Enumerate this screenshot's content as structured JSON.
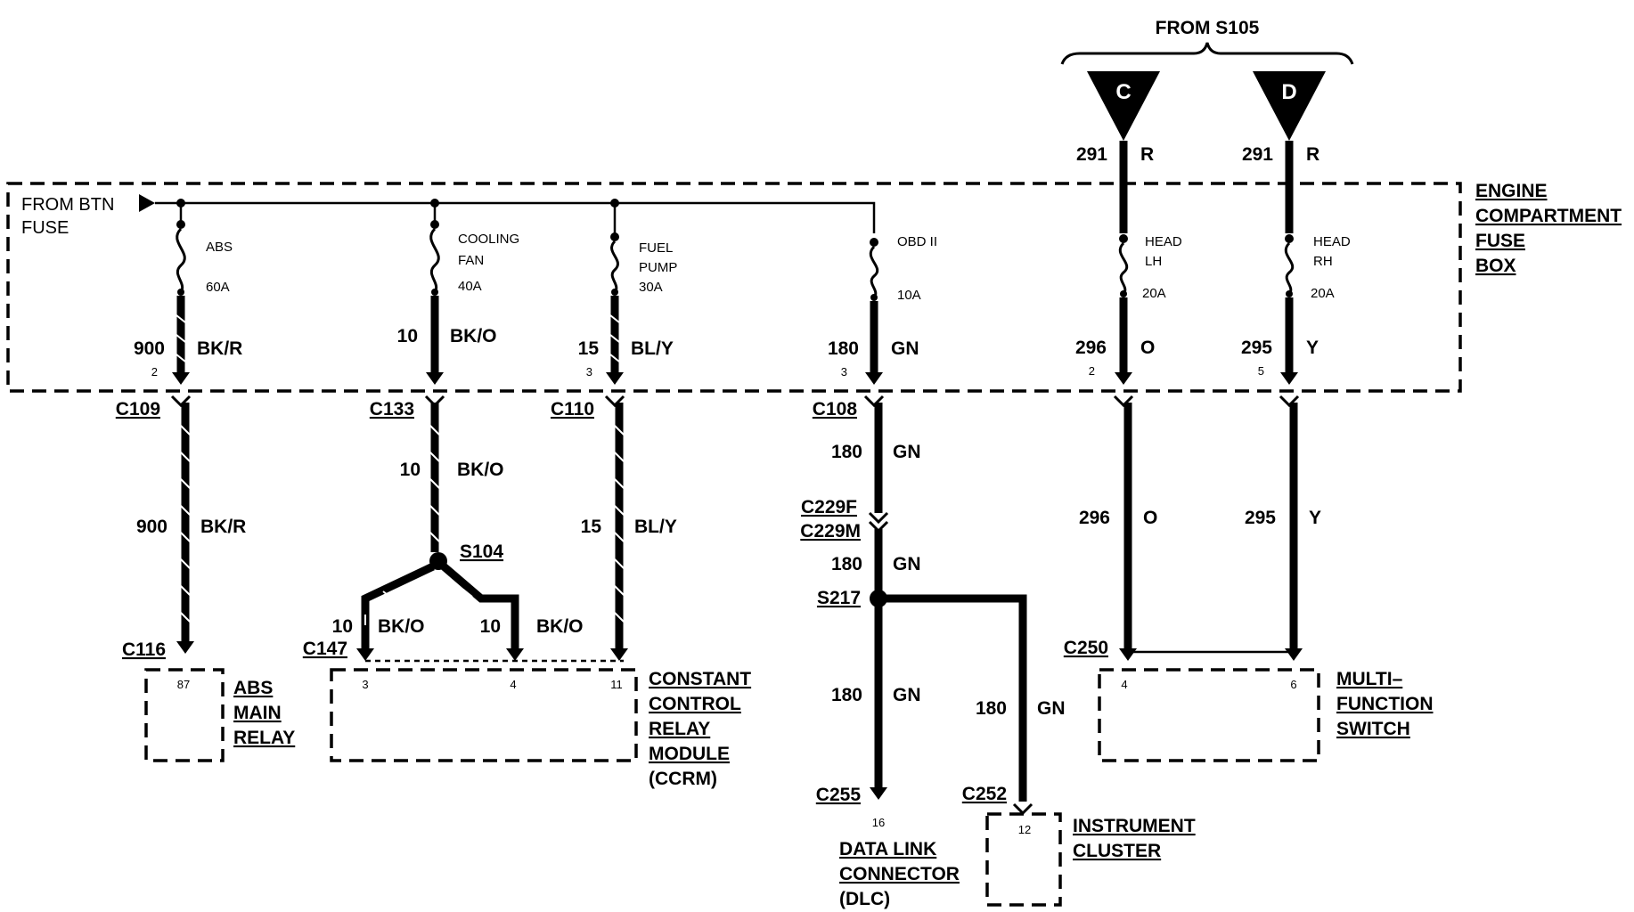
{
  "source": {
    "from_s105": "FROM S105",
    "c": "C",
    "d": "D",
    "from_btn_1": "FROM BTN",
    "from_btn_2": "FUSE"
  },
  "fuse_box": {
    "label_1": "ENGINE",
    "label_2": "COMPARTMENT",
    "label_3": "FUSE",
    "label_4": "BOX"
  },
  "fuses": [
    {
      "name_1": "ABS",
      "name_2": "",
      "rating": "60A"
    },
    {
      "name_1": "COOLING",
      "name_2": "FAN",
      "rating": "40A"
    },
    {
      "name_1": "FUEL",
      "name_2": "PUMP",
      "rating": "30A"
    },
    {
      "name_1": "OBD II",
      "name_2": "",
      "rating": "10A"
    },
    {
      "name_1": "HEAD",
      "name_2": "LH",
      "rating": "20A"
    },
    {
      "name_1": "HEAD",
      "name_2": "RH",
      "rating": "20A"
    }
  ],
  "circuits": {
    "top_291_c": {
      "num": "291",
      "color": "R"
    },
    "top_291_d": {
      "num": "291",
      "color": "R"
    },
    "abs_in": {
      "num": "900",
      "color": "BK/R",
      "pin": "2"
    },
    "fan_in": {
      "num": "10",
      "color": "BK/O"
    },
    "pump_in": {
      "num": "15",
      "color": "BL/Y",
      "pin": "3"
    },
    "obd_in": {
      "num": "180",
      "color": "GN",
      "pin": "3"
    },
    "lh_in": {
      "num": "296",
      "color": "O",
      "pin": "2"
    },
    "rh_in": {
      "num": "295",
      "color": "Y",
      "pin": "5"
    },
    "abs_out": {
      "num": "900",
      "color": "BK/R"
    },
    "fan_out": {
      "num": "10",
      "color": "BK/O"
    },
    "pump_out": {
      "num": "15",
      "color": "BL/Y"
    },
    "obd_out": {
      "num": "180",
      "color": "GN"
    },
    "lh_out": {
      "num": "296",
      "color": "O"
    },
    "rh_out": {
      "num": "295",
      "color": "Y"
    },
    "ccrm_a": {
      "num": "10",
      "color": "BK/O"
    },
    "ccrm_b": {
      "num": "10",
      "color": "BK/O"
    },
    "obd_mid": {
      "num": "180",
      "color": "GN"
    },
    "dlc_wire": {
      "num": "180",
      "color": "GN"
    },
    "cluster_wire": {
      "num": "180",
      "color": "GN"
    }
  },
  "connectors": {
    "c109": "C109",
    "c133": "C133",
    "c110": "C110",
    "c108": "C108",
    "c229f": "C229F",
    "c229m": "C229M",
    "s217": "S217",
    "s104": "S104",
    "c116": "C116",
    "c147": "C147",
    "c250": "C250",
    "c255": "C255",
    "c252": "C252"
  },
  "components": {
    "abs_relay": {
      "line_1": "ABS",
      "line_2": "MAIN",
      "line_3": "RELAY",
      "pin": "87"
    },
    "ccrm": {
      "line_1": "CONSTANT",
      "line_2": "CONTROL",
      "line_3": "RELAY",
      "line_4": "MODULE",
      "line_5": "(CCRM)",
      "pin_a": "3",
      "pin_b": "4",
      "pin_c": "11"
    },
    "mfs": {
      "line_1": "MULTI–",
      "line_2": "FUNCTION",
      "line_3": "SWITCH",
      "pin_a": "4",
      "pin_b": "6"
    },
    "dlc": {
      "line_1": "DATA LINK",
      "line_2": "CONNECTOR",
      "line_3": "(DLC)",
      "pin": "16"
    },
    "cluster": {
      "line_1": "INSTRUMENT",
      "line_2": "CLUSTER",
      "pin": "12"
    }
  }
}
